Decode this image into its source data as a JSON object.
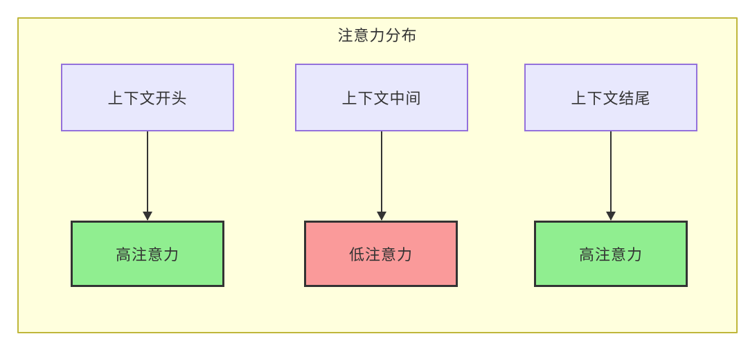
{
  "diagram": {
    "title": "注意力分布",
    "container": {
      "fill": "#ffffdd",
      "stroke": "#bfb63a"
    },
    "columns": [
      {
        "context_label": "上下文开头",
        "attention_label": "高注意力",
        "attention_level": "high",
        "attention_fill": "#90ee90"
      },
      {
        "context_label": "上下文中间",
        "attention_label": "低注意力",
        "attention_level": "low",
        "attention_fill": "#fa9a9a"
      },
      {
        "context_label": "上下文结尾",
        "attention_label": "高注意力",
        "attention_level": "high",
        "attention_fill": "#90ee90"
      }
    ],
    "node_styles": {
      "context_fill": "#e8e8fd",
      "context_stroke": "#9370db",
      "attention_stroke": "#333333"
    }
  }
}
